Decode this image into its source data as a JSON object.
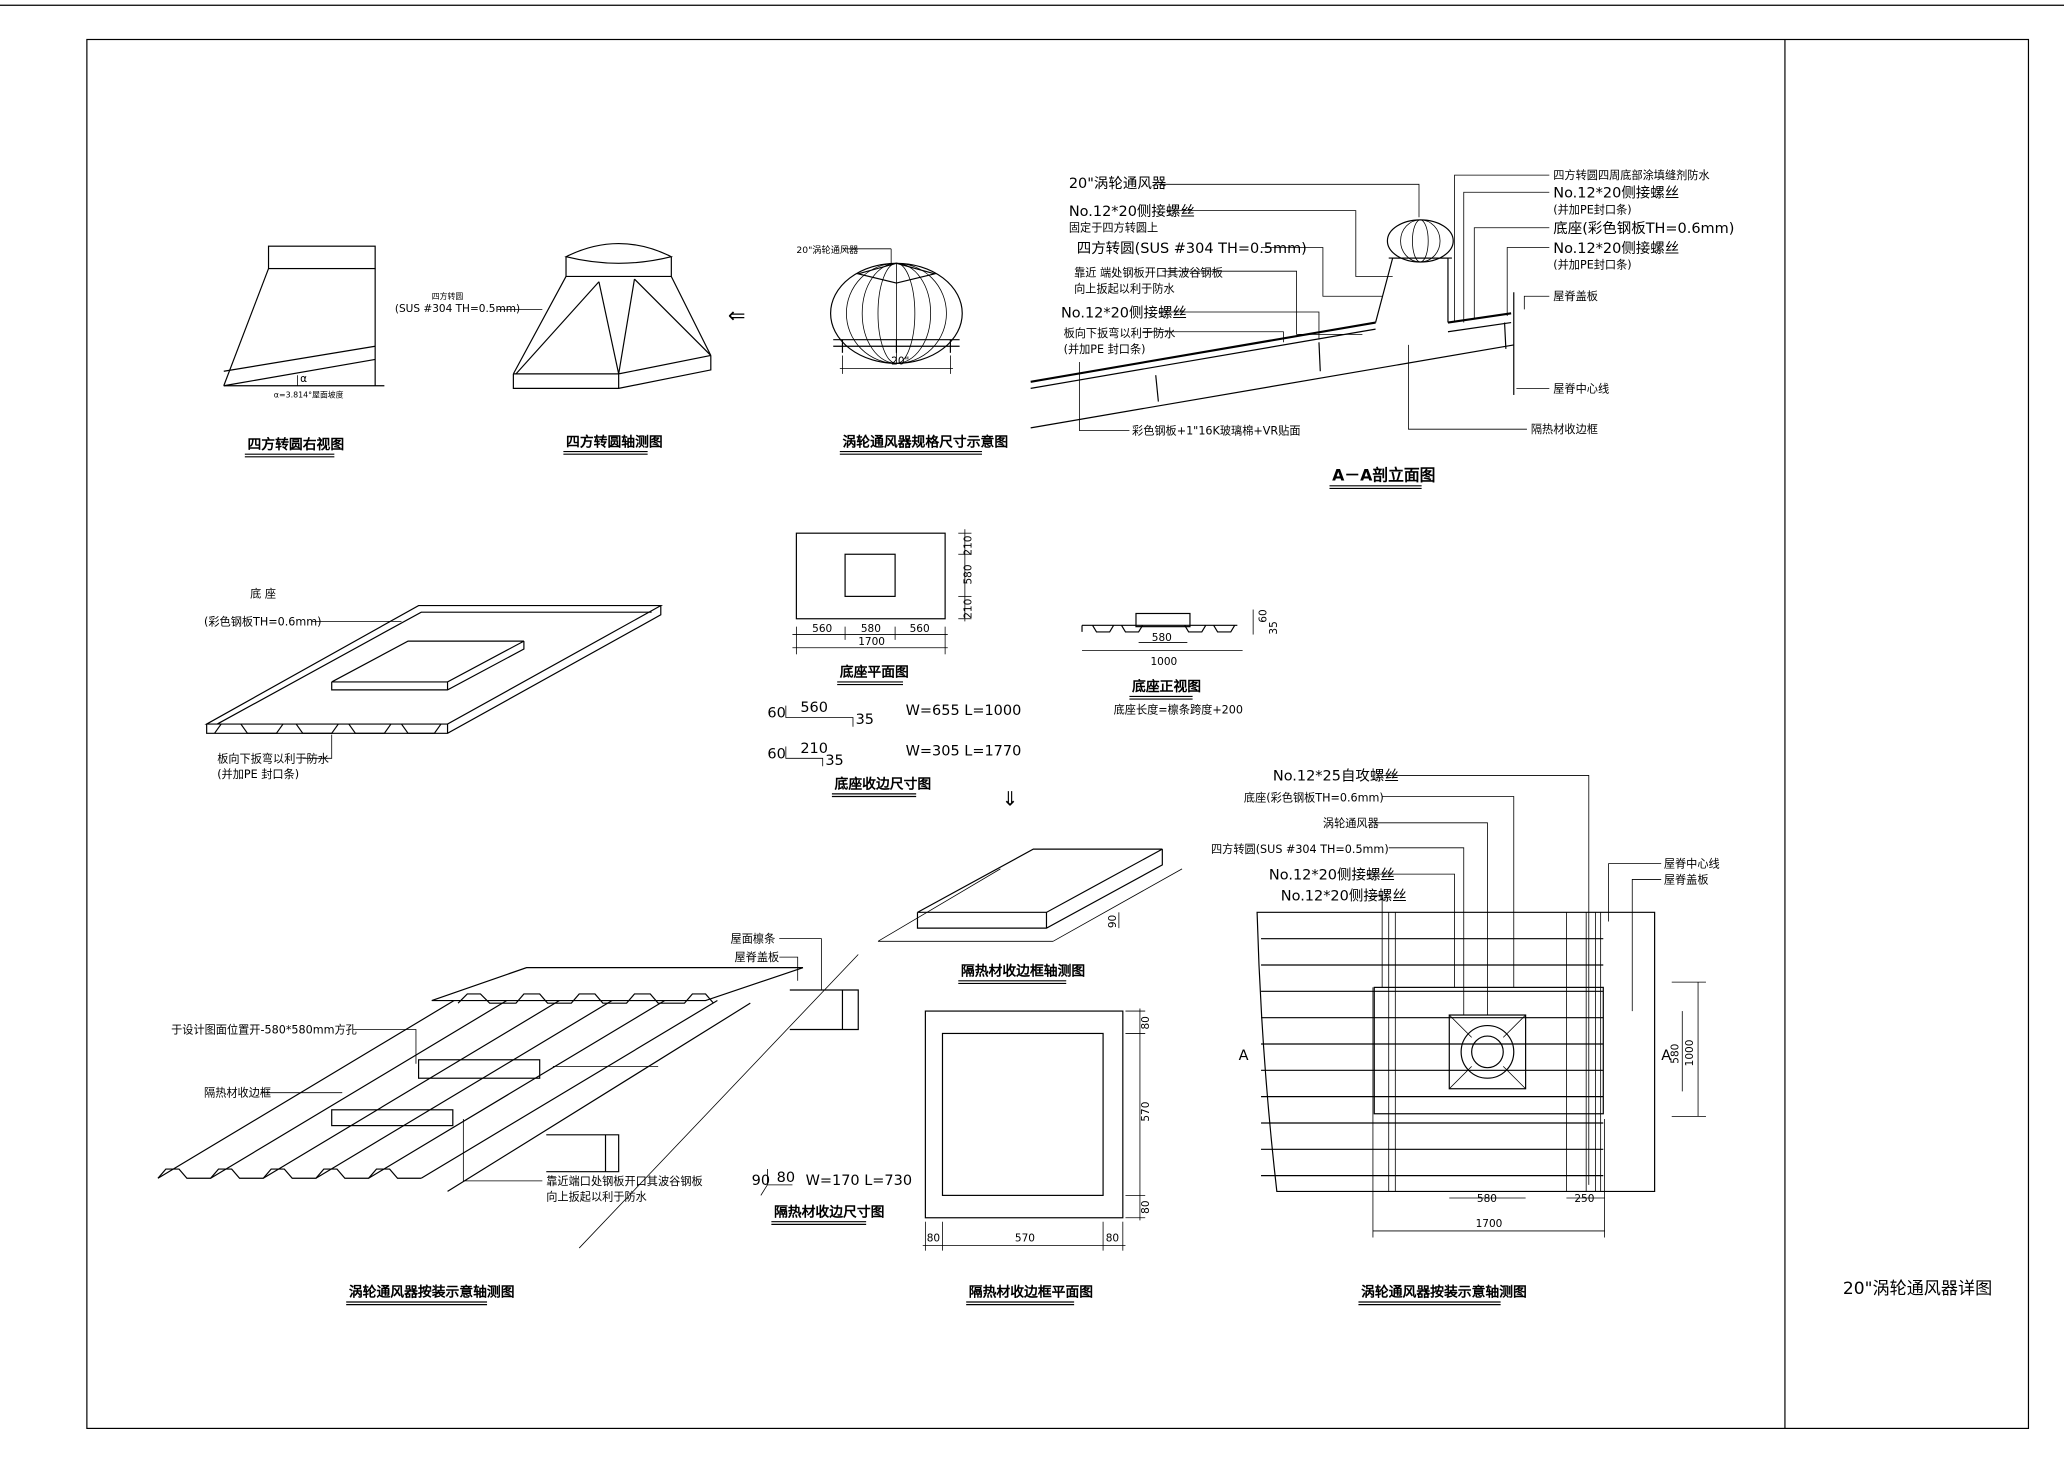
{
  "sheet": {
    "title": "20\"涡轮通风器详图"
  },
  "right_view": {
    "caption": "四方转圆右视图",
    "angle_symbol": "α",
    "angle_note": "α=3.814°屋面坡度"
  },
  "iso_view": {
    "caption": "四方转圆轴测图",
    "label_name": "四方转圆",
    "label_spec": "(SUS #304 TH=0.5mm)"
  },
  "arrow_left": "⇐",
  "turbine_view": {
    "caption": "涡轮通风器规格尺寸示意图",
    "label": "20\"涡轮通风器",
    "dim": "20\""
  },
  "section_aa": {
    "caption": "A－A剖立面图",
    "left_labels": [
      "20\"涡轮通风器",
      "No.12*20侧接螺丝",
      "固定于四方转圆上",
      "四方转圆(SUS #304 TH=0.5mm)",
      "靠近 端处钢板开口其波谷钢板",
      "向上扳起以利于防水",
      "No.12*20侧接螺丝",
      "板向下扳弯以利于防水",
      "(并加PE 封口条)"
    ],
    "bottom_label": "彩色钢板+1\"16K玻璃棉+VR贴面",
    "right_labels": [
      "四方转圆四周底部涂填缝剂防水",
      "No.12*20侧接螺丝",
      "(并加PE封口条)",
      "底座(彩色钢板TH=0.6mm)",
      "No.12*20侧接螺丝",
      "(并加PE封口条)",
      "屋脊盖板",
      "屋脊中心线",
      "隔热材收边框"
    ]
  },
  "base_iso": {
    "label_name": "底  座",
    "label_spec": "(彩色钢板TH=0.6mm)",
    "note1": "板向下扳弯以利于防水",
    "note2": "(并加PE 封口条)"
  },
  "base_plan": {
    "caption": "底座平面图",
    "dims_v": [
      "210",
      "580",
      "210"
    ],
    "dims_h": [
      "560",
      "580",
      "560"
    ],
    "dim_total": "1700"
  },
  "base_trim": {
    "caption": "底座收边尺寸图",
    "rows": [
      {
        "a": "60",
        "b": "560",
        "c": "35",
        "spec": "W=655 L=1000"
      },
      {
        "a": "60",
        "b": "210",
        "c": "35",
        "spec": "W=305 L=1770"
      }
    ]
  },
  "base_front": {
    "caption": "底座正视图",
    "note": "底座长度=檩条跨度+200",
    "dim_inner": "580",
    "dim_total": "1000",
    "dim_h1": "60",
    "dim_h2": "35"
  },
  "arrow_down": "⇓",
  "install_iso": {
    "caption": "涡轮通风器按装示意轴测图",
    "labels": {
      "purlin": "屋面檩条",
      "ridge_cap": "屋脊盖板",
      "opening": "于设计图面位置开-580*580mm方孔",
      "frame": "隔热材收边框",
      "note1": "靠近端口处钢板开口其波谷钢板",
      "note2": "向上扳起以利于防水"
    }
  },
  "frame_trim": {
    "caption": "隔热材收边尺寸图",
    "a": "90",
    "b": "80",
    "spec": "W=170 L=730"
  },
  "frame_iso": {
    "caption": "隔热材收边框轴测图",
    "dim": "90"
  },
  "frame_plan": {
    "caption": "隔热材收边框平面图",
    "dims_v": [
      "80",
      "570",
      "80"
    ],
    "dims_h": [
      "80",
      "570",
      "80"
    ]
  },
  "install_plan": {
    "caption": "涡轮通风器按装示意轴测图",
    "labels": [
      "No.12*25自攻螺丝",
      "底座(彩色钢板TH=0.6mm)",
      "涡轮通风器",
      "四方转圆(SUS #304 TH=0.5mm)",
      "No.12*20侧接螺丝",
      "No.12*20侧接螺丝"
    ],
    "right_labels": [
      "屋脊中心线",
      "屋脊盖板"
    ],
    "section_mark": "A",
    "dims": {
      "d580": "580",
      "d250": "250",
      "d1700": "1700",
      "v580": "580",
      "v1000": "1000"
    }
  }
}
